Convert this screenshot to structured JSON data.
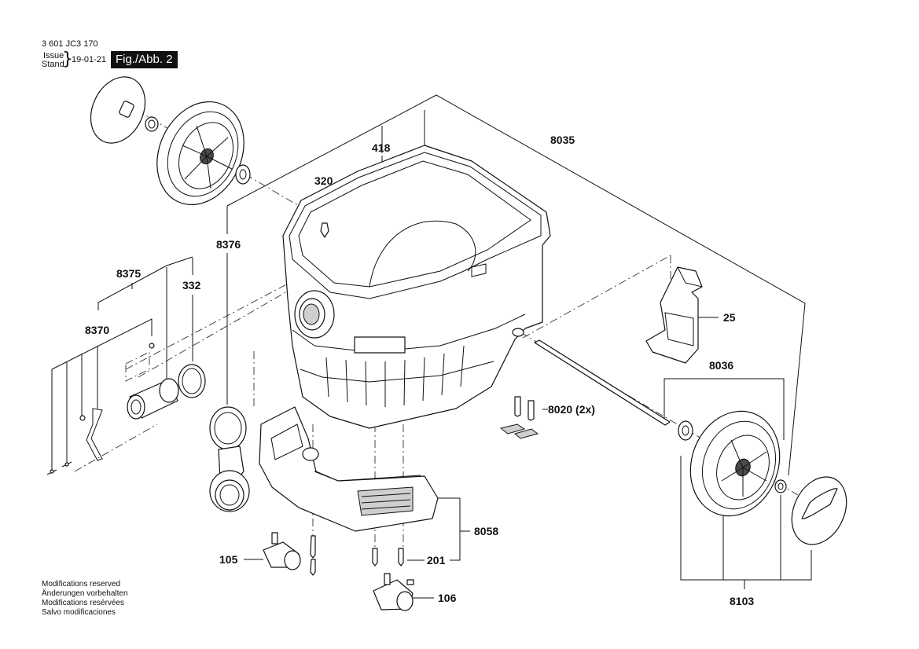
{
  "header": {
    "doc_number": "3 601 JC3 170",
    "issue_label": "Issue",
    "stand_label": "Stand",
    "date": "19-01-21",
    "figure_label": "Fig./Abb. 2"
  },
  "footer_notes": [
    "Modifications reserved",
    "Änderungen vorbehalten",
    "Modifications resérvées",
    "Salvo modificaciones"
  ],
  "callouts": {
    "c8035": "8035",
    "c418": "418",
    "c320": "320",
    "c8376": "8376",
    "c8375": "8375",
    "c332": "332",
    "c8370": "8370",
    "c25": "25",
    "c8036": "8036",
    "c8020": "8020 (2x)",
    "c8058": "8058",
    "c105": "105",
    "c201": "201",
    "c106": "106",
    "c8103": "8103"
  }
}
